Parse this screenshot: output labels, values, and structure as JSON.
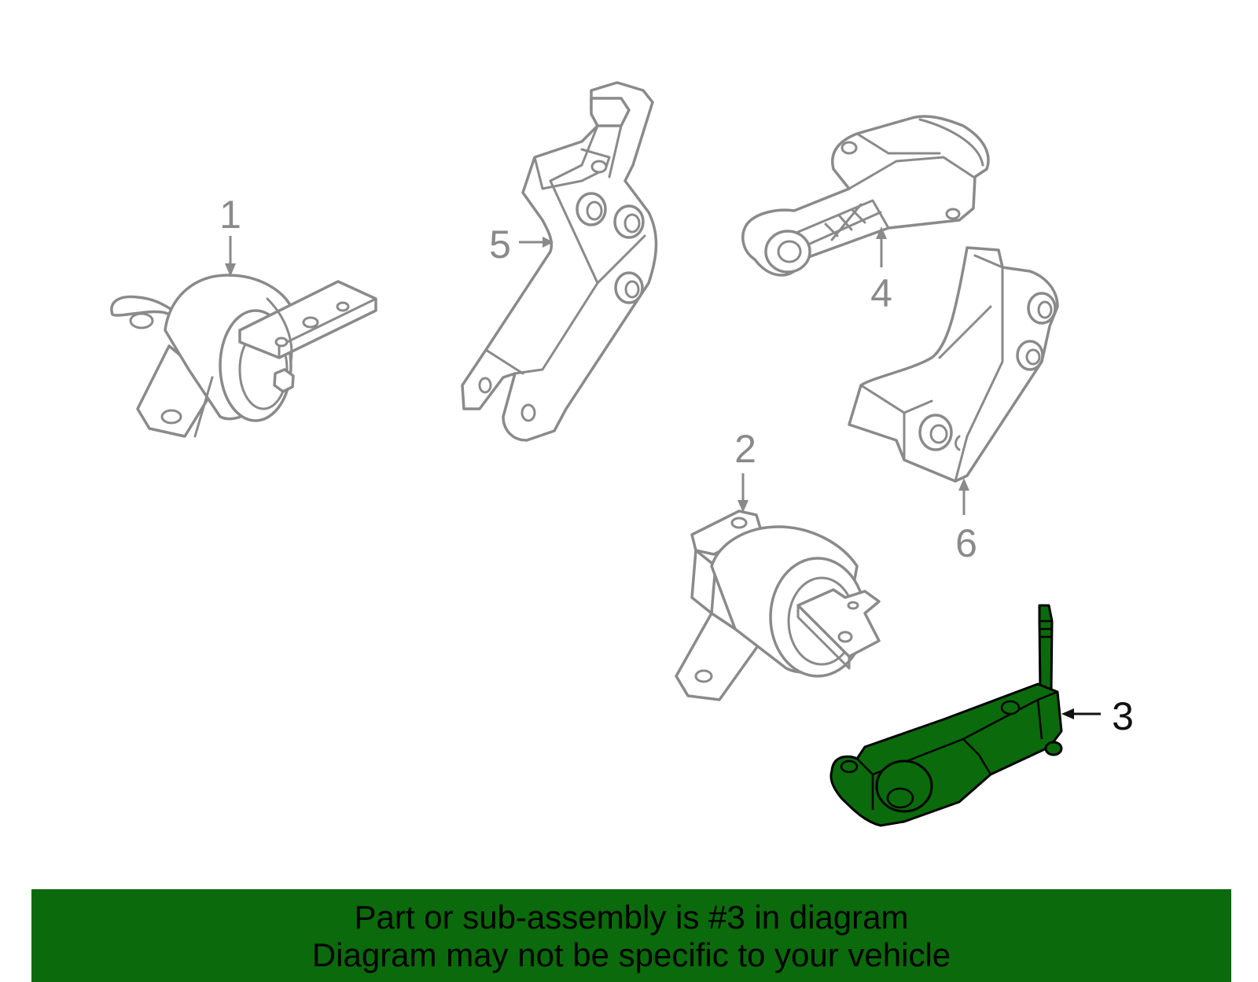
{
  "diagram": {
    "callouts": {
      "c1": "1",
      "c2": "2",
      "c3": "3",
      "c4": "4",
      "c5": "5",
      "c6": "6"
    },
    "highlighted_part": "3",
    "colors": {
      "highlight": "#0b6a0b",
      "outline": "#8a8a8a",
      "banner": "#0b6a0b"
    }
  },
  "banner": {
    "line1": "Part or sub-assembly is #3 in diagram",
    "line2": "Diagram may not be specific to your vehicle"
  }
}
